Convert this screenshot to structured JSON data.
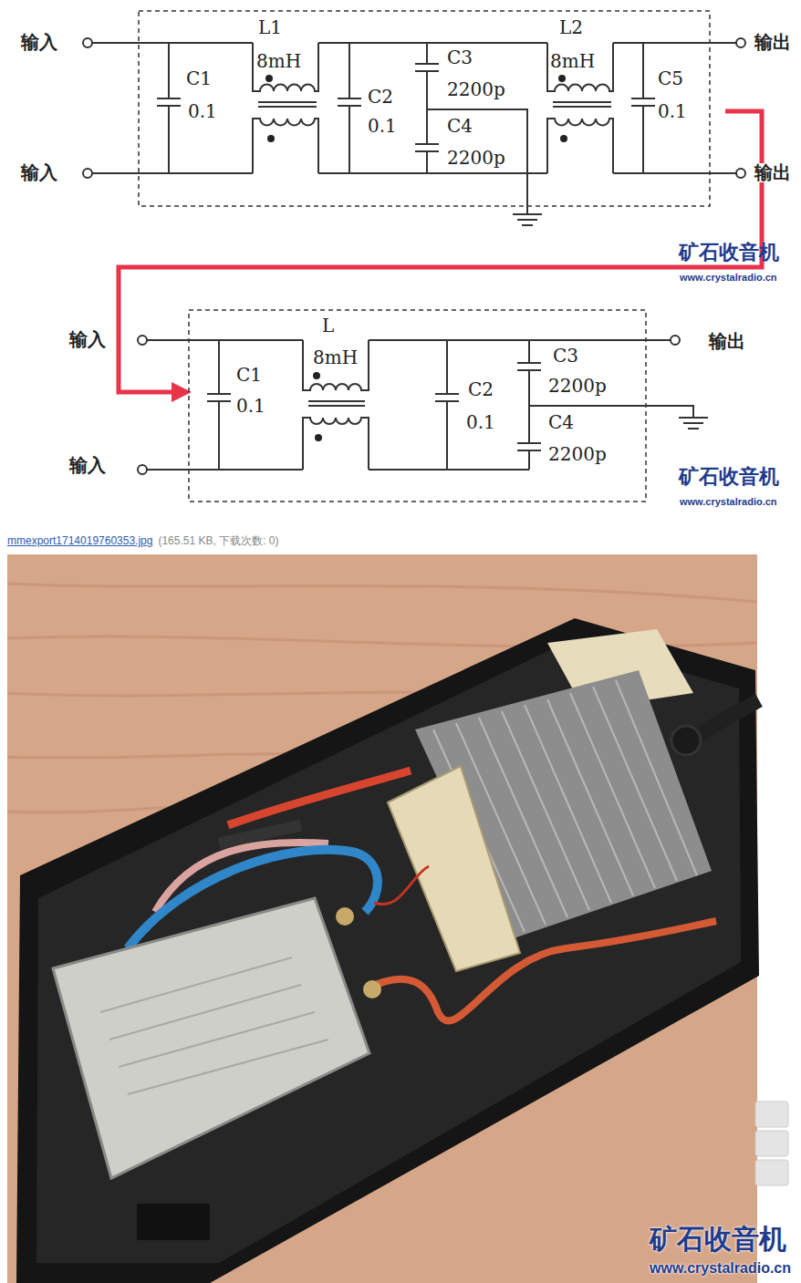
{
  "diagram": {
    "labels": [
      "输入",
      "输入",
      "C1",
      "0.1",
      "L1",
      "8mH",
      "C2",
      "0.1",
      "C3",
      "2200p",
      "C4",
      "2200p",
      "L2",
      "8mH",
      "C5",
      "0.1",
      "输出",
      "输出",
      "矿石收音机",
      "www.crystalradio.cn",
      "输入",
      "输入",
      "C1",
      "0.1",
      "L",
      "8mH",
      "C2",
      "0.1",
      "C3",
      "2200p",
      "C4",
      "2200p",
      "输出",
      "矿石收音机",
      "www.crystalradio.cn",
      "mmexport1714019760353.jpg",
      "(165.51 KB, 下载次数: 0)",
      "矿石收音机",
      "www.crystalradio.cn"
    ]
  }
}
